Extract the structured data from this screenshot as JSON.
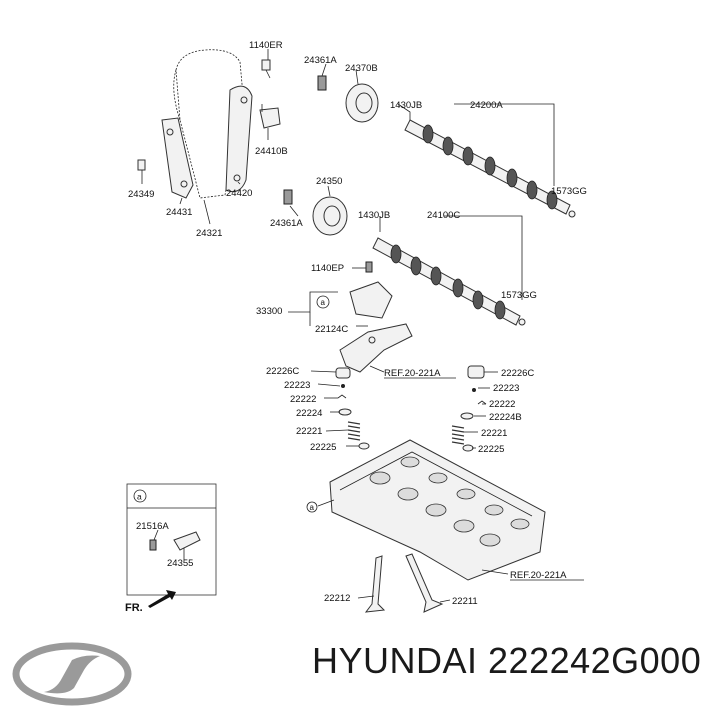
{
  "title": "HYUNDAI 222242G000",
  "logo": {
    "name": "hyundai-logo",
    "color": "#9a9a9a"
  },
  "callouts": {
    "c1140ER": "1140ER",
    "c24361A_top": "24361A",
    "c24370B": "24370B",
    "c24410B": "24410B",
    "c24349": "24349",
    "c24431": "24431",
    "c24420": "24420",
    "c24321": "24321",
    "c1430JB_top": "1430JB",
    "c24200A": "24200A",
    "c1573GG_top": "1573GG",
    "c24350": "24350",
    "c24361A_mid": "24361A",
    "c1430JB_mid": "1430JB",
    "c24100C": "24100C",
    "c1140EP": "1140EP",
    "c1573GG_mid": "1573GG",
    "c33300": "33300",
    "c22124C": "22124C",
    "c22226C_left": "22226C",
    "c22223_left": "22223",
    "c22222_left": "22222",
    "c22224": "22224",
    "c22221_left": "22221",
    "c22225_left": "22225",
    "c22226C_right": "22226C",
    "c22223_right": "22223",
    "c22222_right": "22222",
    "c22224B": "22224B",
    "c22221_right": "22221",
    "c22225_right": "22225",
    "c21516A": "21516A",
    "c24355": "24355",
    "c22212": "22212",
    "c22211": "22211"
  },
  "references": {
    "ref_upper": "REF.20-221A",
    "ref_lower": "REF.20-221A"
  },
  "circle_marker": "a",
  "front_label": "FR."
}
